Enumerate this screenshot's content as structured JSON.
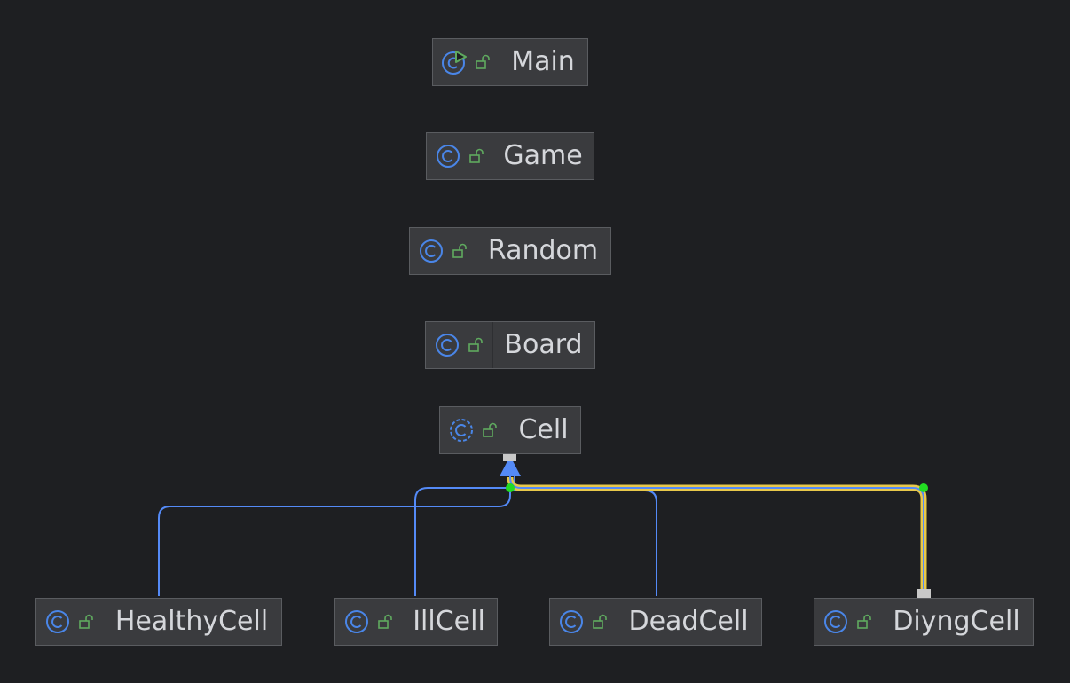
{
  "diagram": {
    "nodes": [
      {
        "id": "main",
        "label": "Main",
        "kind": "class-main",
        "visibility": "public"
      },
      {
        "id": "game",
        "label": "Game",
        "kind": "class",
        "visibility": "public"
      },
      {
        "id": "random",
        "label": "Random",
        "kind": "class",
        "visibility": "public"
      },
      {
        "id": "board",
        "label": "Board",
        "kind": "class",
        "visibility": "public"
      },
      {
        "id": "cell",
        "label": "Cell",
        "kind": "abstract-class",
        "visibility": "public"
      },
      {
        "id": "healthy",
        "label": "HealthyCell",
        "kind": "class",
        "visibility": "public"
      },
      {
        "id": "ill",
        "label": "IllCell",
        "kind": "class",
        "visibility": "public"
      },
      {
        "id": "dead",
        "label": "DeadCell",
        "kind": "class",
        "visibility": "public"
      },
      {
        "id": "diyng",
        "label": "DiyngCell",
        "kind": "class",
        "visibility": "public"
      }
    ],
    "edges": [
      {
        "from": "healthy",
        "to": "cell",
        "type": "extends"
      },
      {
        "from": "ill",
        "to": "cell",
        "type": "extends"
      },
      {
        "from": "dead",
        "to": "cell",
        "type": "extends"
      },
      {
        "from": "diyng",
        "to": "cell",
        "type": "extends",
        "selected": true
      }
    ],
    "colors": {
      "background": "#1e1f22",
      "node_fill": "#3a3b3e",
      "node_border": "#5a5c60",
      "text": "#d5d7db",
      "class_icon": "#4a86e8",
      "lock_icon": "#5faa5f",
      "edge": "#548af7",
      "edge_selected": "#e8c84a",
      "handle": "#c8c8c8",
      "edge_point": "#22dd22"
    },
    "icons": {
      "class": "class-c-icon",
      "abstract": "abstract-class-icon",
      "main": "runnable-class-icon",
      "visibility": "public-unlocked-icon"
    }
  }
}
